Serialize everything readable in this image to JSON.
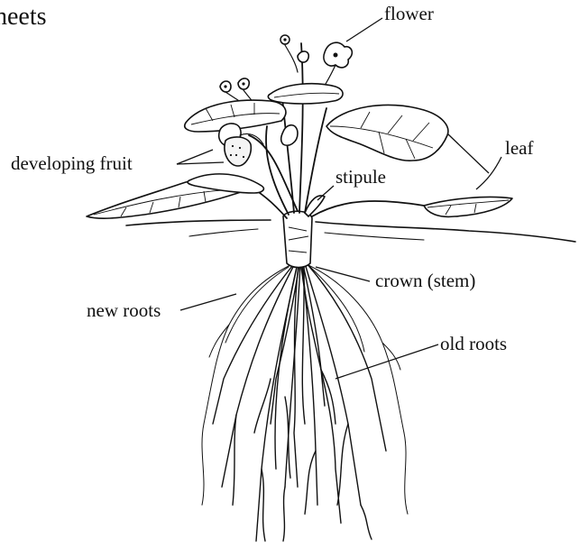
{
  "header_fragment": "heets",
  "labels": {
    "flower": "flower",
    "leaf": "leaf",
    "developing_fruit": "developing fruit",
    "stipule": "stipule",
    "crown": "crown (stem)",
    "new_roots": "new roots",
    "old_roots": "old roots"
  }
}
